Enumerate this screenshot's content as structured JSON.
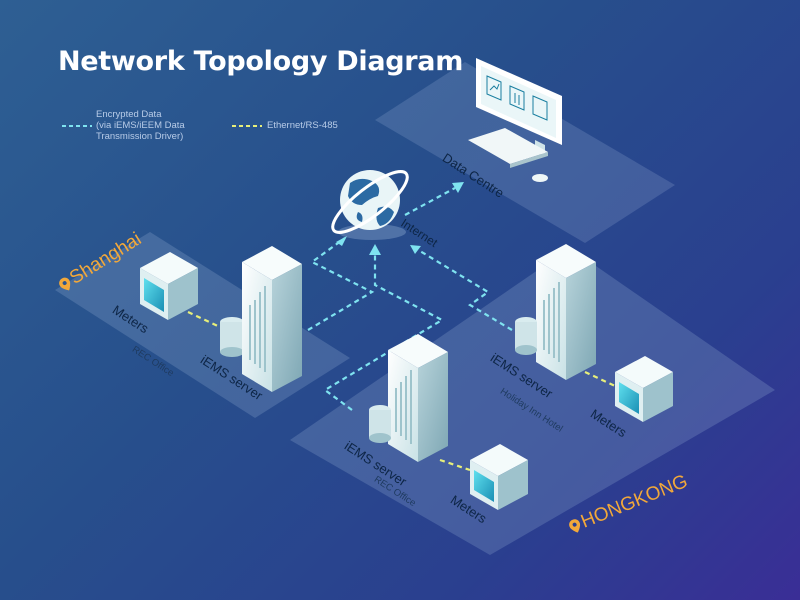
{
  "title": "Network Topology Diagram",
  "legend": {
    "encrypted": "Encrypted Data\n(via iEMS/iEEM Data\nTransmission Driver)",
    "ethernet": "Ethernet/RS-485"
  },
  "locations": {
    "shanghai": "Shanghai",
    "hongkong": "HONGKONG"
  },
  "labels": {
    "data_centre": "Data Centre",
    "internet": "Internet",
    "sh_meters": "Meters",
    "sh_server": "iEMS server",
    "sh_office": "REC Office",
    "hk1_server": "iEMS server",
    "hk1_hotel": "Holiday Inn Hotel",
    "hk1_meters": "Meters",
    "hk2_server": "iEMS server",
    "hk2_office": "REC  Office",
    "hk2_meters": "Meters"
  },
  "colors": {
    "encrypted_line": "#7fe3f0",
    "ethernet_line": "#e7ef7a",
    "location_label": "#f2a83a",
    "platform": "#9fb6d9",
    "server": "#e6f4f6",
    "monitor_screen": "#2fc3d8"
  }
}
